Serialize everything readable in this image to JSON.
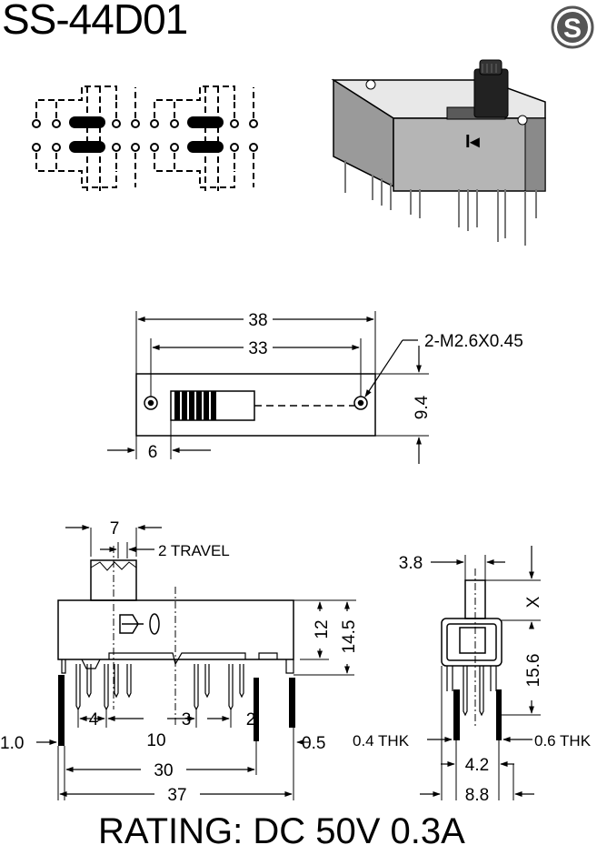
{
  "header": {
    "model": "SS-44D01",
    "logo_letter": "S",
    "logo_icon": "s-logo-icon"
  },
  "top_view": {
    "overall_length": "38",
    "hole_spacing": "33",
    "mount_note": "2-M2.6X0.45",
    "width": "9.4",
    "offset": "6"
  },
  "front_view": {
    "lever_width": "7",
    "travel": "2 TRAVEL",
    "height_body": "12",
    "height_total": "14.5",
    "pin_pitch_a": "4",
    "pin_pitch_b": "10",
    "pin_pitch_c": "3",
    "pin_pitch_d": "2",
    "tab_left": "1.0",
    "tab_right": "0.5",
    "span_inner": "30",
    "span_outer": "37"
  },
  "side_view": {
    "lever_thick": "3.8",
    "lever_height": "X",
    "body_height": "15.6",
    "pin_thk_left": "0.4 THK",
    "pin_thk_right": "0.6 THK",
    "pin_row_spacing": "4.2",
    "overall_depth": "8.8"
  },
  "footer": {
    "rating": "RATING: DC 50V 0.3A"
  }
}
